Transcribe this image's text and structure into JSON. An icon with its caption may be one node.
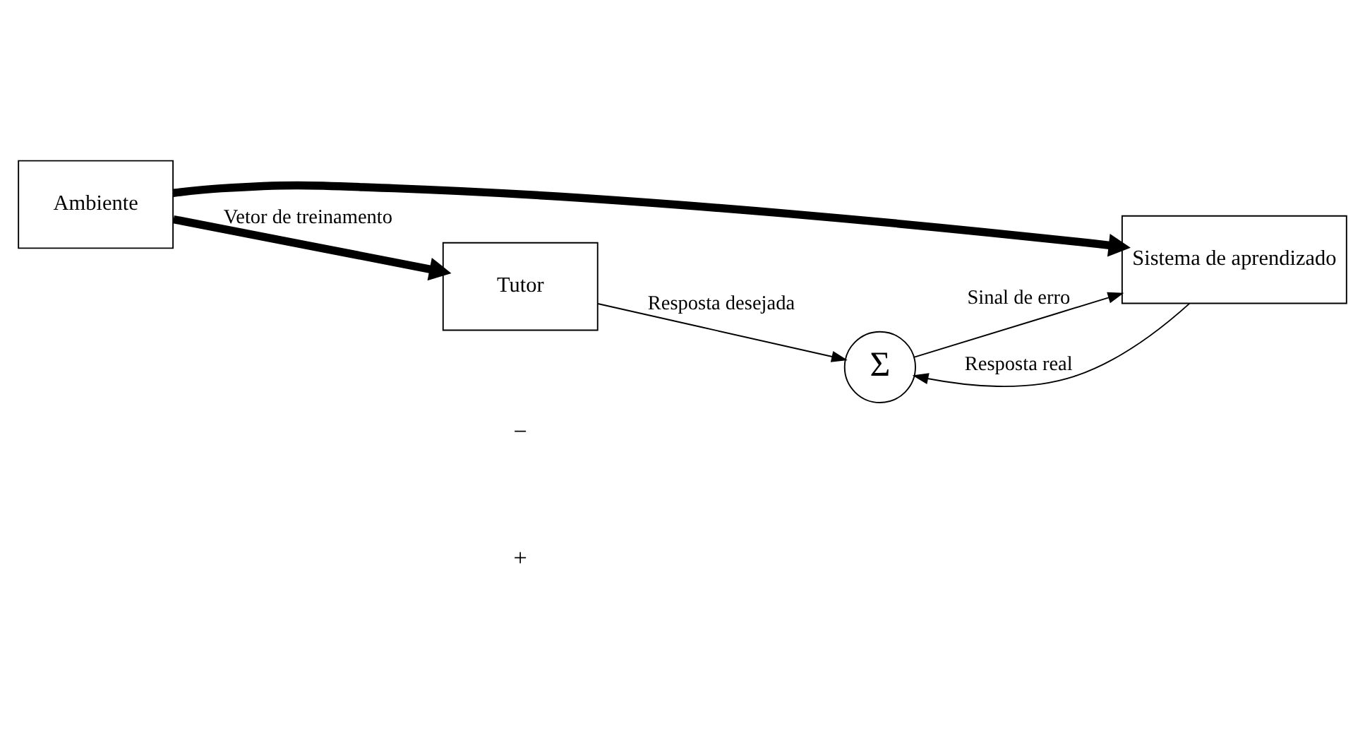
{
  "diagram": {
    "nodes": [
      {
        "text": [
          "Ambiente"
        ]
      },
      {
        "text": [
          "Tutor"
        ]
      },
      {
        "text": [
          "Sistema de aprendizado"
        ]
      },
      {
        "text": [
          "Σ"
        ]
      }
    ],
    "edges": [
      {
        "from": 0,
        "to": 1,
        "arrow": "to",
        "style": "thick",
        "label": "Vetor de treinamento"
      },
      {
        "from": 0,
        "to": 2,
        "arrow": "to",
        "style": "thick"
      },
      {
        "from": 1,
        "to": 3,
        "arrow": "to",
        "label": "Resposta desejada"
      },
      {
        "from": 2,
        "to": 3,
        "arrow": "to",
        "label": "Resposta real"
      },
      {
        "from": 3,
        "to": 2,
        "arrow": "to",
        "label": "Sinal de erro"
      }
    ],
    "labels": [
      "+",
      "−"
    ]
  }
}
